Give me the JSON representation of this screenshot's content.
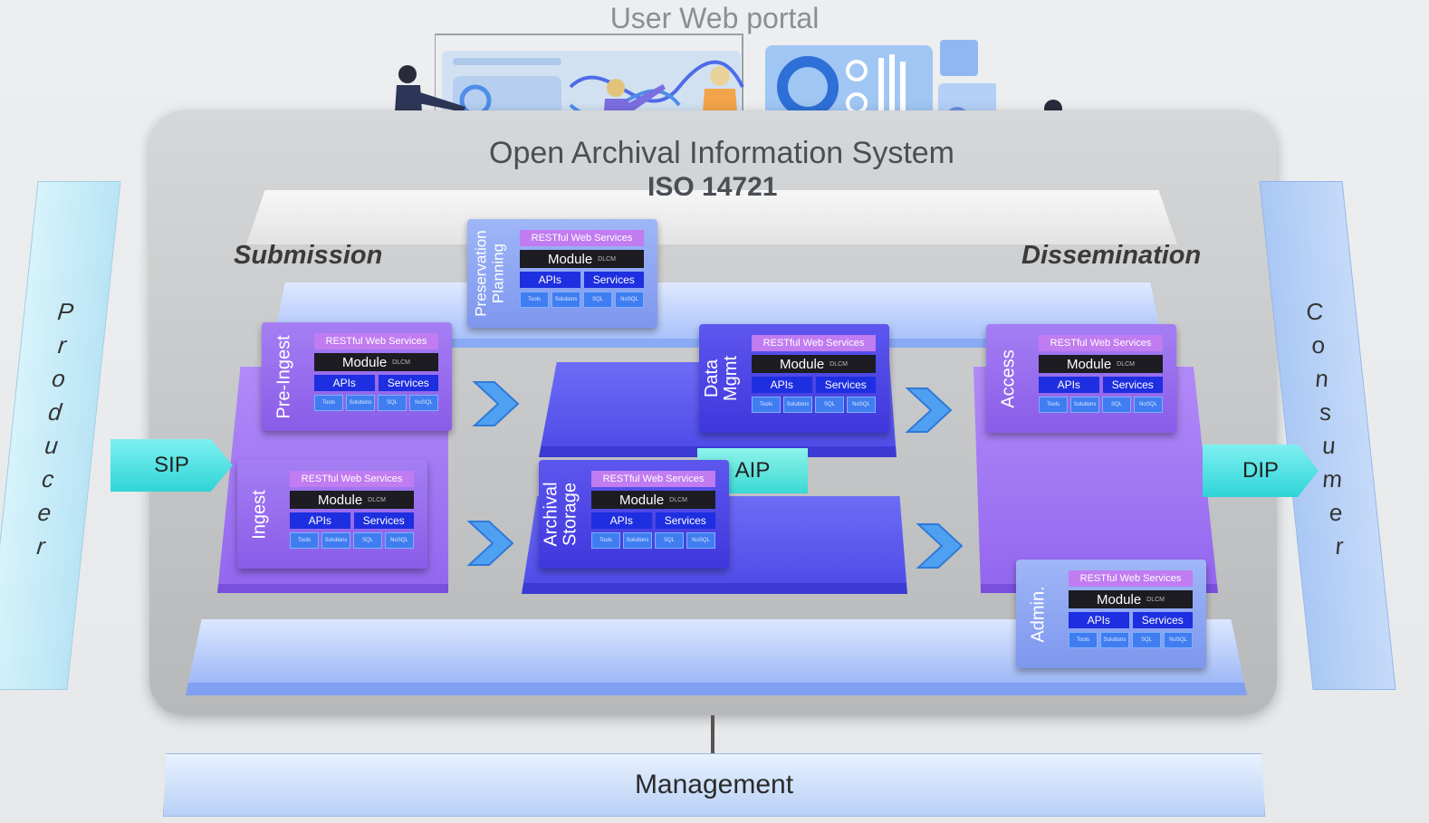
{
  "portal": {
    "title": "User Web portal"
  },
  "oais": {
    "title": "Open Archival Information System",
    "subtitle": "ISO 14721"
  },
  "zones": {
    "submission": "Submission",
    "dissemination": "Dissemination"
  },
  "producer": {
    "letters": [
      "P",
      "r",
      "o",
      "d",
      "u",
      "c",
      "e",
      "r"
    ]
  },
  "consumer": {
    "letters": [
      "C",
      "o",
      "n",
      "s",
      "u",
      "m",
      "e",
      "r"
    ]
  },
  "packages": {
    "sip": "SIP",
    "aip": "AIP",
    "dip": "DIP"
  },
  "management": {
    "label": "Management"
  },
  "module_template": {
    "rws": "RESTful Web Services",
    "module": "Module",
    "dlcm": "DLCM",
    "apis": "APIs",
    "services": "Services",
    "tools": "Tools",
    "solutions": "Solutions",
    "sql": "SQL",
    "nosql": "NoSQL"
  },
  "modules": {
    "preservation": {
      "title": "Preservation Planning"
    },
    "preingest": {
      "title": "Pre-Ingest"
    },
    "ingest": {
      "title": "Ingest"
    },
    "archival": {
      "title": "Archival Storage"
    },
    "datamgmt": {
      "title": "Data Mgmt"
    },
    "access": {
      "title": "Access"
    },
    "admin": {
      "title": "Admin."
    }
  },
  "colors": {
    "accent_cyan": "#2fd4d8",
    "purple": "#9467ef",
    "blue": "#4f4de8",
    "lavender": "#a9c2fb"
  }
}
